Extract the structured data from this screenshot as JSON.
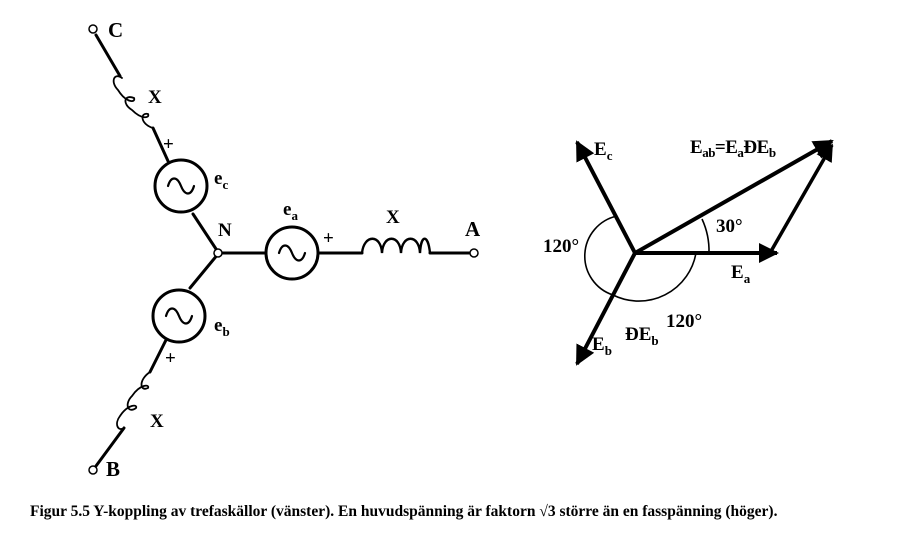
{
  "circuit": {
    "terminals": {
      "a": "A",
      "b": "B",
      "c": "C"
    },
    "neutral": "N",
    "reactance": "X",
    "plus": "+",
    "sources": {
      "a": {
        "base": "e",
        "sub": "a"
      },
      "b": {
        "base": "e",
        "sub": "b"
      },
      "c": {
        "base": "e",
        "sub": "c"
      }
    }
  },
  "phasor": {
    "ea": {
      "base": "E",
      "sub": "a"
    },
    "eb": {
      "base": "E",
      "sub": "b"
    },
    "ec": {
      "base": "E",
      "sub": "c"
    },
    "neg_eb": {
      "prefix": "Đ",
      "base": "E",
      "sub": "b"
    },
    "eab": {
      "base": "E",
      "sub1": "ab",
      "mid": "=E",
      "sub2": "a",
      "mid2": "ĐE",
      "sub3": "b"
    },
    "angle_30": "30°",
    "angle_120_left": "120°",
    "angle_120_bottom": "120°"
  },
  "caption": {
    "line": "Figur 5.5 Y-koppling av trefaskällor (vänster). En huvudspänning är faktorn √3 större än en fasspänning (höger)."
  }
}
